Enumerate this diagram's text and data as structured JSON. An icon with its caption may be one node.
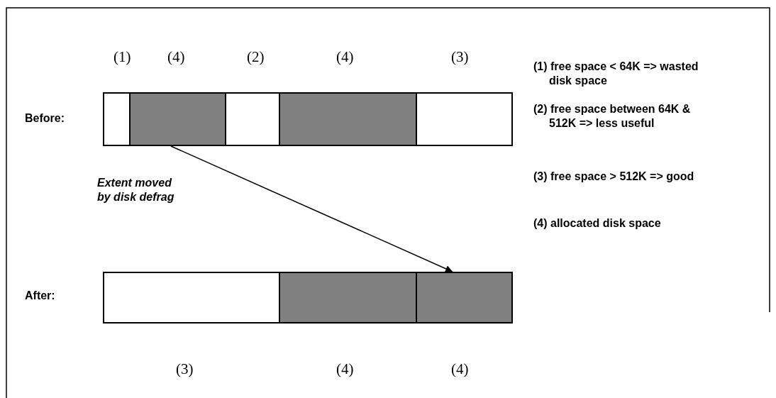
{
  "diagram": {
    "nodes": [
      {
        "text": [],
        "shape": "box"
      },
      {
        "text": [],
        "shape": "box"
      },
      {
        "text": [],
        "shape": "box"
      },
      {
        "text": [],
        "shape": "box"
      },
      {
        "text": [],
        "shape": "box"
      },
      {
        "text": [],
        "shape": "box"
      },
      {
        "text": [],
        "shape": "box"
      },
      {
        "text": [],
        "shape": "box"
      }
    ],
    "edges": [
      {
        "from": 1,
        "to": 7,
        "arrow": "to",
        "label": "Extent moved by disk defrag"
      }
    ],
    "labels": [
      "(1)",
      "(4)",
      "(2)",
      "(4)",
      "(3)",
      "(1) free space < 64K => wasted disk space",
      "Before:",
      "(2) free space between 64K & 512K => less useful",
      "(3) free space > 512K => good",
      "(4) allocated disk space",
      "After:",
      "(3)",
      "(4)",
      "(4)"
    ]
  }
}
